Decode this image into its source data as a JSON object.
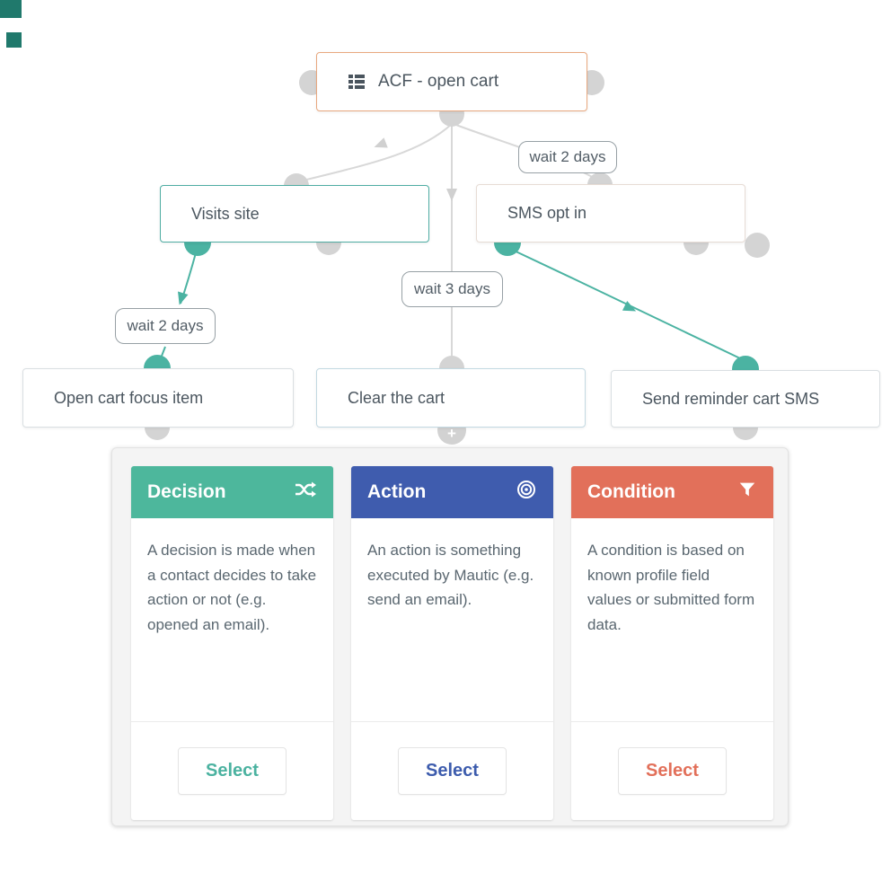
{
  "colors": {
    "decision": "#4db79c",
    "action": "#3f5cae",
    "condition": "#e2705a",
    "teal_connector": "#4bb3a2",
    "gray_connector": "#d8d8d8",
    "acf_border": "#e8a87f",
    "visits_border": "#4fada3"
  },
  "flow": {
    "nodes": [
      {
        "id": "acf",
        "icon": "list-icon",
        "label": "ACF - open cart"
      },
      {
        "id": "visits",
        "label": "Visits site"
      },
      {
        "id": "sms",
        "label": "SMS opt in"
      },
      {
        "id": "open_cart",
        "label": "Open cart focus item"
      },
      {
        "id": "clear_cart",
        "label": "Clear the cart"
      },
      {
        "id": "send_sms",
        "label": "Send reminder cart SMS"
      }
    ],
    "wait_labels": [
      {
        "id": "wait-top-right",
        "label": "wait 2 days"
      },
      {
        "id": "wait-center",
        "label": "wait 3 days"
      },
      {
        "id": "wait-left",
        "label": "wait 2 days"
      }
    ],
    "plus_glyph": "+"
  },
  "palette": {
    "cards": [
      {
        "title": "Decision",
        "icon": "shuffle-icon",
        "description": "A decision is made when a contact decides to take action or not (e.g. opened an email).",
        "button": "Select"
      },
      {
        "title": "Action",
        "icon": "bullseye-icon",
        "description": "An action is something executed by Mautic (e.g. send an email).",
        "button": "Select"
      },
      {
        "title": "Condition",
        "icon": "filter-icon",
        "description": "A condition is based on known profile field values or submitted form data.",
        "button": "Select"
      }
    ]
  }
}
